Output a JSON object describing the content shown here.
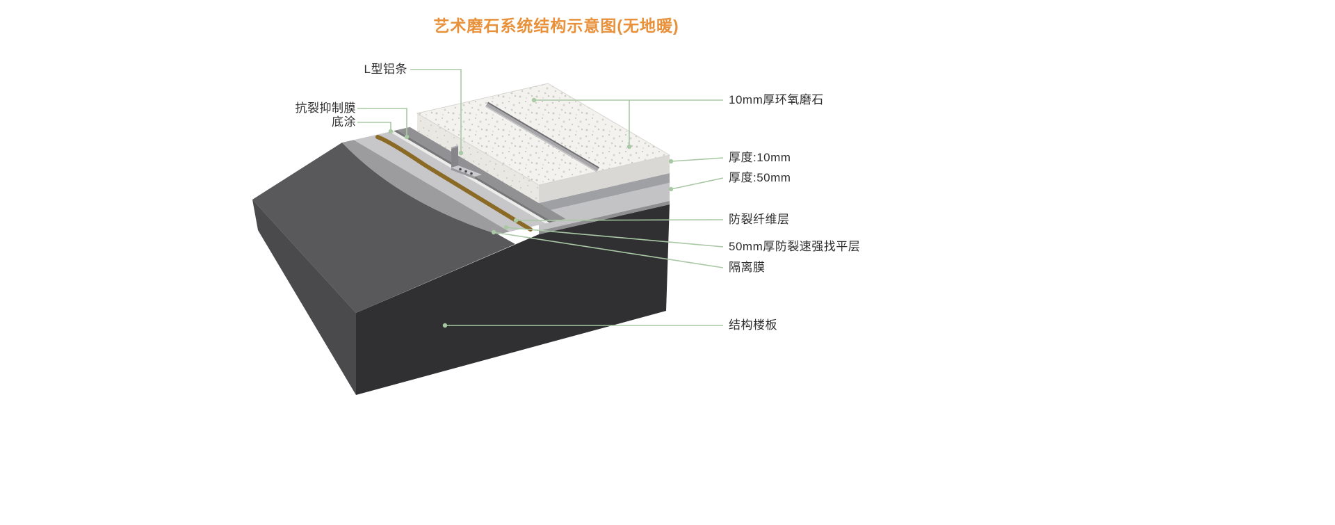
{
  "title": {
    "text": "艺术磨石系统结构示意图(无地暖)"
  },
  "labels": {
    "l_aluminum": "L型铝条",
    "anti_crack_membrane": "抗裂抑制膜",
    "primer": "底涂",
    "epoxy_terrazzo": "10mm厚环氧磨石",
    "thickness_10": "厚度:10mm",
    "thickness_50": "厚度:50mm",
    "fiber_layer": "防裂纤维层",
    "leveling_layer": "50mm厚防裂速强找平层",
    "isolation_film": "隔离膜",
    "structural_slab": "结构楼板"
  },
  "colors": {
    "title_accent": "#E8913A",
    "leader_green": "#A9C8A4",
    "terrazzo_top": "#F3F2EE",
    "terrazzo_front": "#EAE8E3",
    "terrazzo_right": "#DAD8D4",
    "slab_top": "#59595B",
    "slab_left": "#4A4A4D",
    "slab_front": "#303033",
    "leveling_gray": "#C7C7C9",
    "isolation_gray": "#9C9C9F",
    "fiber_brown": "#8A6A25",
    "base_band_gray": "#919194",
    "membrane_dark": "#77777A",
    "primer_light": "#ECECEA",
    "aluminum_light": "#CBCBCF",
    "aluminum_dark": "#85858A"
  }
}
